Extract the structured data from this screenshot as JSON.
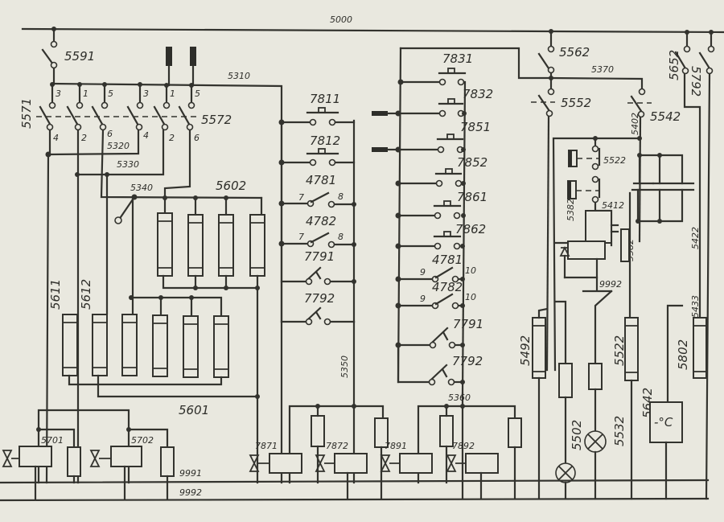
{
  "diagram": {
    "buses": {
      "top": "5000",
      "bus_9991": "9991",
      "bus_9992": "9992",
      "bus_9992_relay": "9992"
    },
    "wires": {
      "w5310": "5310",
      "w5320": "5320",
      "w5330": "5330",
      "w5340": "5340",
      "w5350": "5350",
      "w5360": "5360",
      "w5370": "5370",
      "w5382": "5382",
      "w5402": "5402",
      "w5412": "5412",
      "w5422": "5422",
      "w5433": "5433",
      "w5582": "5582",
      "w5601": "5601"
    },
    "switches": {
      "s5591": "5591",
      "s5571": "5571",
      "s5572": "5572",
      "s5562": "5562",
      "s5552": "5552",
      "s5542": "5542",
      "s5652": "5652",
      "s5792": "5792",
      "s5522": "5522"
    },
    "switch_terminals": {
      "top": [
        "3",
        "1",
        "5",
        "3",
        "1",
        "5"
      ],
      "bottom": [
        "4",
        "2",
        "6",
        "4",
        "2",
        "6"
      ]
    },
    "lamp_groups": {
      "g5602": "5602",
      "g5611": "5611",
      "g5612": "5612"
    },
    "left_contacts": [
      {
        "label": "7811"
      },
      {
        "label": "7812"
      },
      {
        "label": "4781",
        "a": "7",
        "b": "8"
      },
      {
        "label": "4782",
        "a": "7",
        "b": "8"
      },
      {
        "label": "7791"
      },
      {
        "label": "7792"
      }
    ],
    "right_contacts": [
      {
        "label": "7831"
      },
      {
        "label": "7832"
      },
      {
        "label": "7851"
      },
      {
        "label": "7852"
      },
      {
        "label": "7861"
      },
      {
        "label": "7862"
      },
      {
        "label": "4781",
        "a": "9",
        "b": "10"
      },
      {
        "label": "4782",
        "a": "9",
        "b": "10"
      },
      {
        "label": "7791"
      },
      {
        "label": "7792"
      }
    ],
    "relays": [
      "5701",
      "5702",
      "7871",
      "7872",
      "7891",
      "7892"
    ],
    "right_side": {
      "r5492": "5492",
      "r5502": "5502",
      "r5522": "5522",
      "r5532": "5532",
      "r5642": "5642",
      "r5802": "5802",
      "thermo": "-°C"
    }
  }
}
